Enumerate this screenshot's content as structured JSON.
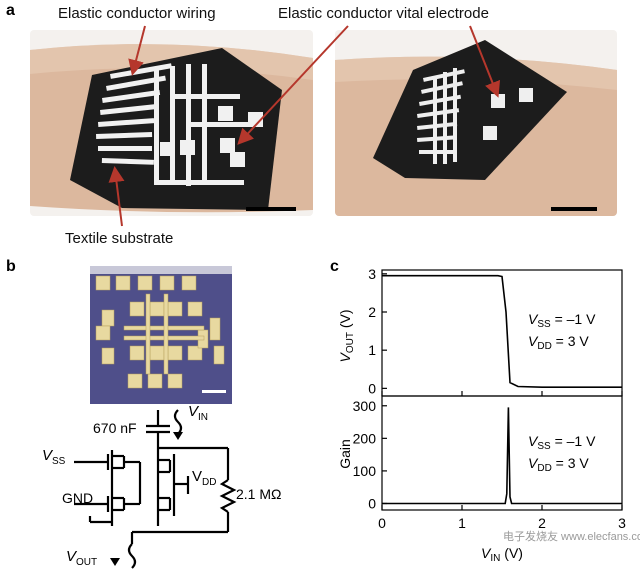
{
  "panels": {
    "a": "a",
    "b": "b",
    "c": "c"
  },
  "panel_a": {
    "callouts": {
      "wiring": "Elastic conductor wiring",
      "electrode": "Elastic conductor vital electrode",
      "substrate": "Textile substrate"
    },
    "colors": {
      "skin": "#d9b49a",
      "textile": "#1c1c1c",
      "conductor": "#f2f2f2",
      "arrow": "#b5372c"
    }
  },
  "panel_b": {
    "labels": {
      "cap": "670 nF",
      "vin_main": "V",
      "vin_sub": "IN",
      "vss_main": "V",
      "vss_sub": "SS",
      "vdd_main": "V",
      "vdd_sub": "DD",
      "gnd": "GND",
      "res": "2.1 MΩ",
      "vout_main": "V",
      "vout_sub": "OUT"
    },
    "colors": {
      "chip": "#4f4f8a",
      "pad": "#e8d9a0"
    }
  },
  "chart_data": [
    {
      "type": "line",
      "panel": "c-top",
      "x": [
        0,
        1.3,
        1.45,
        1.5,
        1.55,
        1.6,
        1.7,
        2.0,
        3.0
      ],
      "series": [
        {
          "values": [
            2.95,
            2.95,
            2.95,
            2.93,
            2.0,
            0.15,
            0.05,
            0.03,
            0.03
          ]
        }
      ],
      "xlim": [
        0,
        3
      ],
      "ylim": [
        -0.2,
        3.1
      ],
      "yticks": [
        "0",
        "1",
        "2",
        "3"
      ],
      "ylabel_main": "V",
      "ylabel_sub": "OUT",
      "ylabel_unit": " (V)",
      "annotations": [
        {
          "main": "V",
          "sub": "SS",
          "text": " = –1 V"
        },
        {
          "main": "V",
          "sub": "DD",
          "text": " = 3 V"
        }
      ]
    },
    {
      "type": "line",
      "panel": "c-bottom",
      "x": [
        0,
        1.5,
        1.54,
        1.56,
        1.58,
        1.6,
        1.62,
        1.66,
        3.0
      ],
      "series": [
        {
          "values": [
            0,
            0,
            0,
            30,
            295,
            20,
            0,
            0,
            0
          ]
        }
      ],
      "xlim": [
        0,
        3
      ],
      "ylim": [
        -20,
        330
      ],
      "yticks": [
        "0",
        "100",
        "200",
        "300"
      ],
      "xticks": [
        "0",
        "1",
        "2",
        "3"
      ],
      "ylabel": "Gain",
      "xlabel_main": "V",
      "xlabel_sub": "IN",
      "xlabel_unit": " (V)",
      "annotations": [
        {
          "main": "V",
          "sub": "SS",
          "text": " = –1 V"
        },
        {
          "main": "V",
          "sub": "DD",
          "text": " = 3 V"
        }
      ]
    }
  ],
  "watermark": "电子发烧友 www.elecfans.com"
}
